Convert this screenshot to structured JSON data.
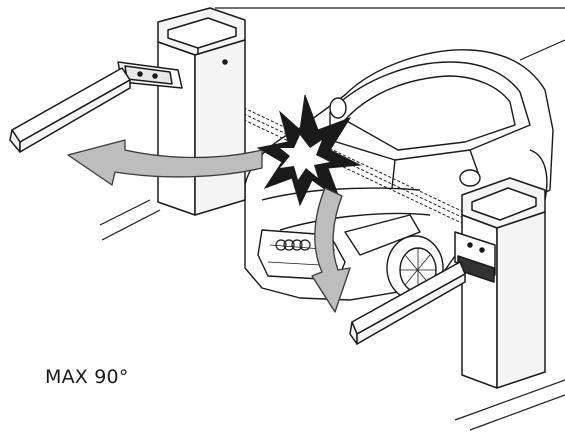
{
  "diagram": {
    "caption": "MAX 90°",
    "colors": {
      "line": "#1a1a1a",
      "arrow_fill": "#bdbdbd",
      "arrow_stroke": "#3a3a3a",
      "post_fill": "#f4f4f4",
      "background": "#ffffff"
    },
    "parts": [
      "barrier-post-left",
      "barrier-post-right",
      "barrier-arm-left",
      "barrier-arm-right",
      "car",
      "infrared-beam",
      "impact-burst",
      "rotation-arrow-left",
      "rotation-arrow-right"
    ]
  }
}
